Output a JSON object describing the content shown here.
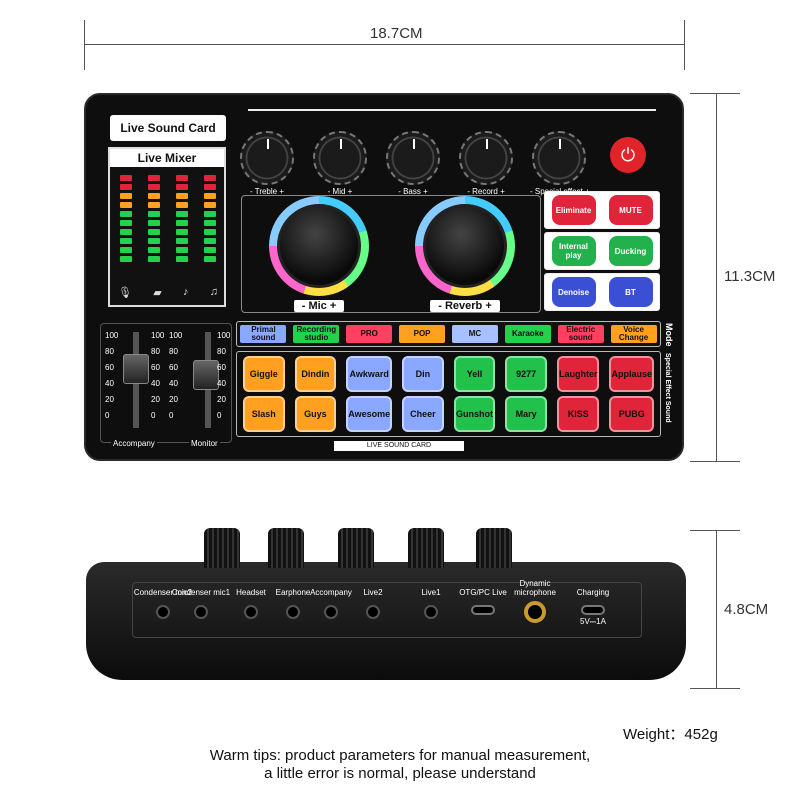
{
  "dimensions": {
    "width_label": "18.7CM",
    "height_label": "11.3CM",
    "depth_label": "4.8CM"
  },
  "top_panel": {
    "brand": "Live Sound Card",
    "brand_icon": "music-note-icon",
    "mixer_title": "Live Mixer",
    "mixer_icons": [
      "mic-icon",
      "speaker-icon",
      "guitar-icon",
      "headphone-icon"
    ],
    "knobs": [
      "- Treble +",
      "- Mid +",
      "- Bass +",
      "- Record +",
      "- Special effect +"
    ],
    "big_knobs": [
      "- Mic +",
      "- Reverb +"
    ],
    "function_buttons": [
      {
        "label": "Eliminate",
        "color": "#e0243a"
      },
      {
        "label": "MUTE",
        "color": "#e0243a"
      },
      {
        "label": "Internal play",
        "color": "#22b14c"
      },
      {
        "label": "Ducking",
        "color": "#22b14c"
      },
      {
        "label": "Denoise",
        "color": "#3a4fd4"
      },
      {
        "label": "BT",
        "color": "#3a4fd4"
      }
    ],
    "mode_label": "Mode",
    "modes": [
      {
        "label": "Primal sound",
        "color": "#8aa8ff"
      },
      {
        "label": "Recording studio",
        "color": "#22d14c"
      },
      {
        "label": "PRO",
        "color": "#ff4060"
      },
      {
        "label": "POP",
        "color": "#ffa020"
      },
      {
        "label": "MC",
        "color": "#a8c0ff"
      },
      {
        "label": "Karaoke",
        "color": "#22d14c"
      },
      {
        "label": "Electric sound",
        "color": "#ff4060"
      },
      {
        "label": "Voice Change",
        "color": "#ffa020"
      }
    ],
    "sfx_label": "Special Effect Sound",
    "sfx": [
      {
        "label": "Giggle",
        "color": "#ffa020"
      },
      {
        "label": "Dindin",
        "color": "#ffa020"
      },
      {
        "label": "Awkward",
        "color": "#8aa8ff"
      },
      {
        "label": "Din",
        "color": "#8aa8ff"
      },
      {
        "label": "Yell",
        "color": "#22c14c"
      },
      {
        "label": "9277",
        "color": "#22c14c"
      },
      {
        "label": "Laughter",
        "color": "#e0243a"
      },
      {
        "label": "Applause",
        "color": "#e0243a"
      },
      {
        "label": "Slash",
        "color": "#ffa020"
      },
      {
        "label": "Guys",
        "color": "#ffa020"
      },
      {
        "label": "Awesome",
        "color": "#8aa8ff"
      },
      {
        "label": "Cheer",
        "color": "#8aa8ff"
      },
      {
        "label": "Gunshot",
        "color": "#22c14c"
      },
      {
        "label": "Mary",
        "color": "#22c14c"
      },
      {
        "label": "KISS",
        "color": "#e0243a"
      },
      {
        "label": "PUBG",
        "color": "#e0243a"
      }
    ],
    "fader_scale": [
      "100",
      "80",
      "60",
      "40",
      "20",
      "0"
    ],
    "fader_labels": [
      "Accompany",
      "Monitor"
    ],
    "strip_label": "LIVE SOUND CARD"
  },
  "front_panel": {
    "ports": [
      {
        "label": "Condenser mic2",
        "type": "jack"
      },
      {
        "label": "Condenser mic1",
        "type": "jack"
      },
      {
        "label": "Headset",
        "type": "jack"
      },
      {
        "label": "Earphone",
        "type": "jack"
      },
      {
        "label": "Accompany",
        "type": "jack"
      },
      {
        "label": "Live2",
        "type": "jack"
      },
      {
        "label": "Live1",
        "type": "jack"
      },
      {
        "label": "OTG/PC Live",
        "type": "usb"
      },
      {
        "label": "Dynamic microphone",
        "type": "mic"
      },
      {
        "label": "Charging",
        "type": "usb",
        "sub": "5V⎓1A"
      }
    ]
  },
  "weight": "Weight：452g",
  "tips": [
    "Warm tips: product parameters for manual measurement,",
    "a little error is normal, please understand"
  ]
}
